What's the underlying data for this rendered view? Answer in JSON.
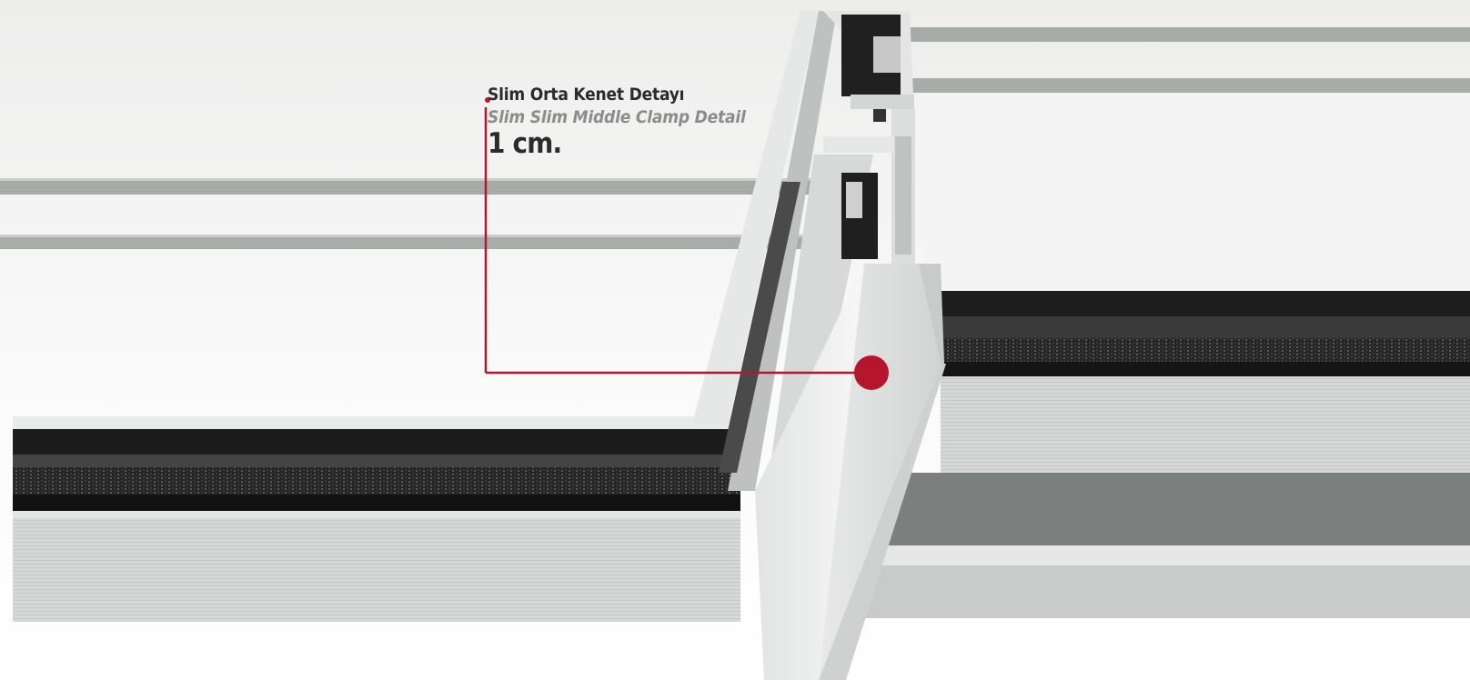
{
  "callout": {
    "title": "Slim Orta Kenet Detayı",
    "subtitle": "Slim Slim Middle Clamp Detail",
    "measurement": "1 cm."
  },
  "colors": {
    "accent": "#b5162e",
    "background": "#ffffff",
    "aluminium": "#d9dcdc",
    "gasket": "#1e1e1e",
    "glass_edge": "#a9aeab"
  }
}
